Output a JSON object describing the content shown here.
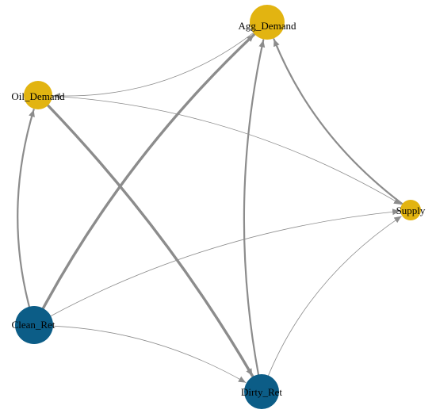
{
  "nodes": [
    {
      "id": "agg",
      "label": "Agg_Demand",
      "group": "yellow"
    },
    {
      "id": "oil",
      "label": "Oil_Demand",
      "group": "yellow"
    },
    {
      "id": "supply",
      "label": "Supply",
      "group": "yellow"
    },
    {
      "id": "clean",
      "label": "Clean_Ret",
      "group": "blue"
    },
    {
      "id": "dirty",
      "label": "Dirty_Ret",
      "group": "blue"
    }
  ],
  "edges": [
    {
      "from": "agg",
      "to": "oil",
      "weight": "thin"
    },
    {
      "from": "oil",
      "to": "supply",
      "weight": "thin"
    },
    {
      "from": "oil",
      "to": "dirty",
      "weight": "thick"
    },
    {
      "from": "clean",
      "to": "oil",
      "weight": "medium"
    },
    {
      "from": "clean",
      "to": "agg",
      "weight": "thick"
    },
    {
      "from": "clean",
      "to": "supply",
      "weight": "thin"
    },
    {
      "from": "clean",
      "to": "dirty",
      "weight": "thin"
    },
    {
      "from": "dirty",
      "to": "agg",
      "weight": "medium"
    },
    {
      "from": "dirty",
      "to": "supply",
      "weight": "thin"
    },
    {
      "from": "supply",
      "to": "agg",
      "weight": "medium"
    }
  ],
  "colors": {
    "yellow": "#e2b411",
    "blue": "#0c5d87",
    "edge": "#8c8c8c"
  }
}
